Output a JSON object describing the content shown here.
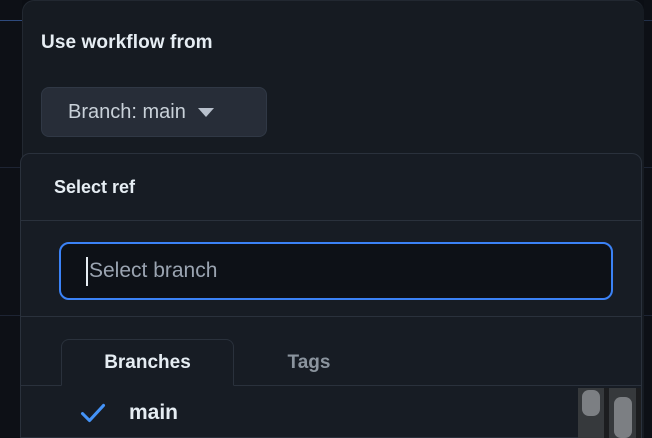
{
  "dialog": {
    "title": "Use workflow from",
    "branch_button": {
      "label": "Branch: main",
      "caret_icon": "chevron-down-icon"
    }
  },
  "ref_dropdown": {
    "header": "Select ref",
    "search": {
      "placeholder": "Select branch",
      "value": "",
      "focused": true
    },
    "tabs": [
      {
        "label": "Branches",
        "selected": true
      },
      {
        "label": "Tags",
        "selected": false
      }
    ],
    "items": [
      {
        "label": "main",
        "selected": true,
        "icon": "check-icon"
      }
    ]
  },
  "colors": {
    "page_background": "#0b0e14",
    "panel_background": "#161b22",
    "dropdown_background": "#171c24",
    "input_background": "#0d1117",
    "focus_ring": "#3b82f6",
    "accent_check": "#4493f8",
    "text_primary": "#e6edf3",
    "text_muted": "#8b949e",
    "border": "#2a313c"
  }
}
